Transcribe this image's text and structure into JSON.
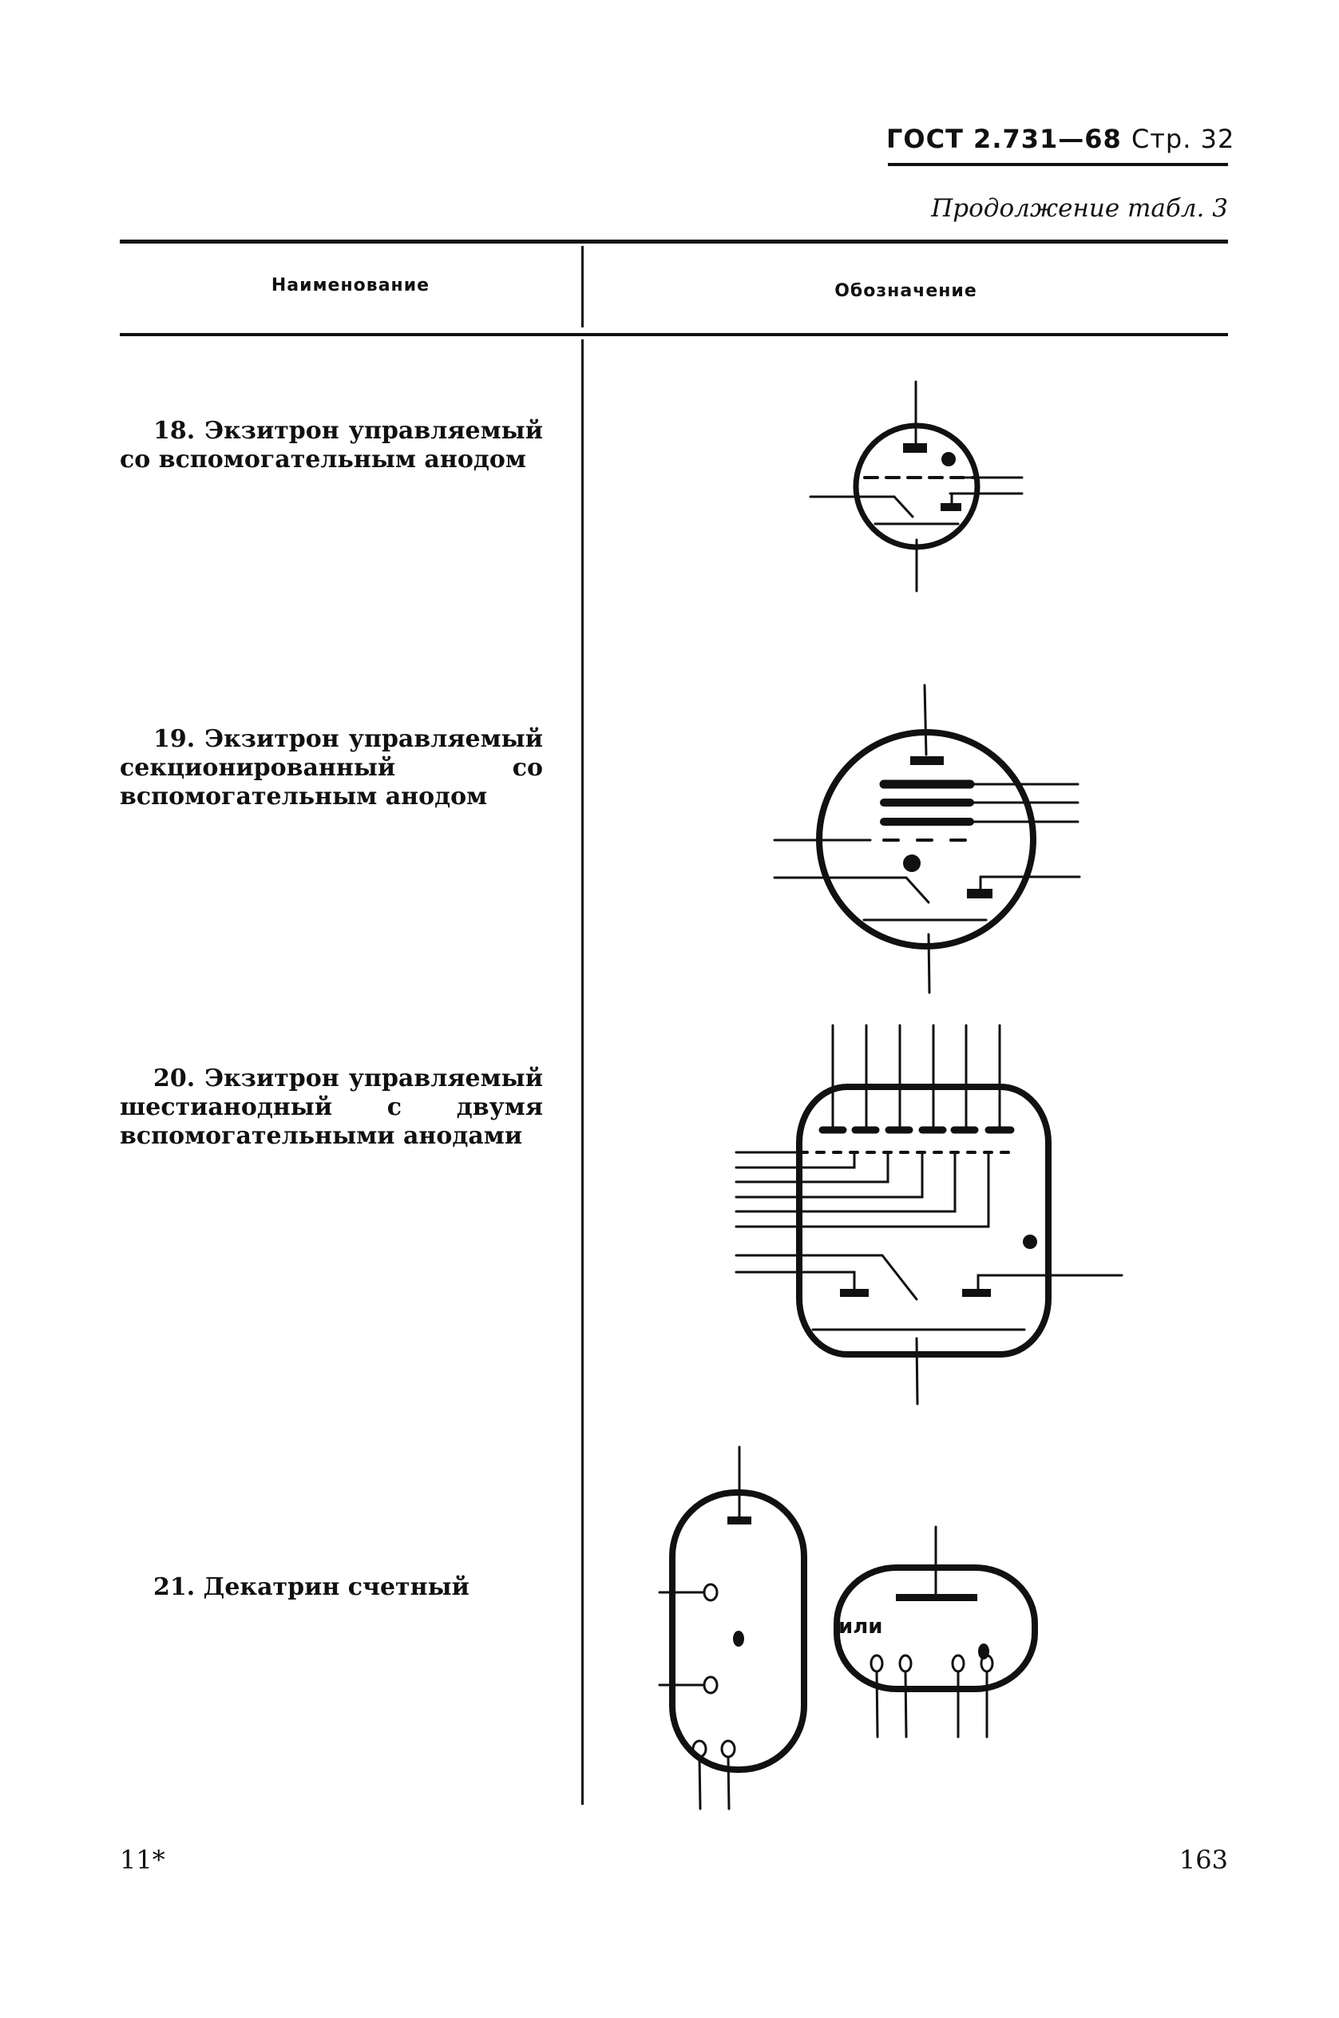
{
  "header": {
    "standard": "ГОСТ 2.731—68",
    "page_label": "Стр. 32",
    "continuation": "Продолжение табл. 3"
  },
  "table": {
    "columns": [
      "Наименование",
      "Обозначение"
    ],
    "rows": [
      {
        "number": "18.",
        "name": "Экзитрон управляемый со вспомогательным анодом",
        "symbol": "controlled-excitron-aux-anode"
      },
      {
        "number": "19.",
        "name": "Экзитрон управляемый секционированный со вспомогательным анодом",
        "symbol": "controlled-sectioned-excitron-aux-anode"
      },
      {
        "number": "20.",
        "name": "Экзитрон управляемый шестианодный с двумя вспомогательными анодами",
        "symbol": "controlled-six-anode-excitron-two-aux-anodes"
      },
      {
        "number": "21.",
        "name": "Декатрин счетный",
        "symbol": "counting-dekatron",
        "alternative_word": "или"
      }
    ]
  },
  "footer": {
    "signature_mark": "11*",
    "page_number": "163"
  }
}
